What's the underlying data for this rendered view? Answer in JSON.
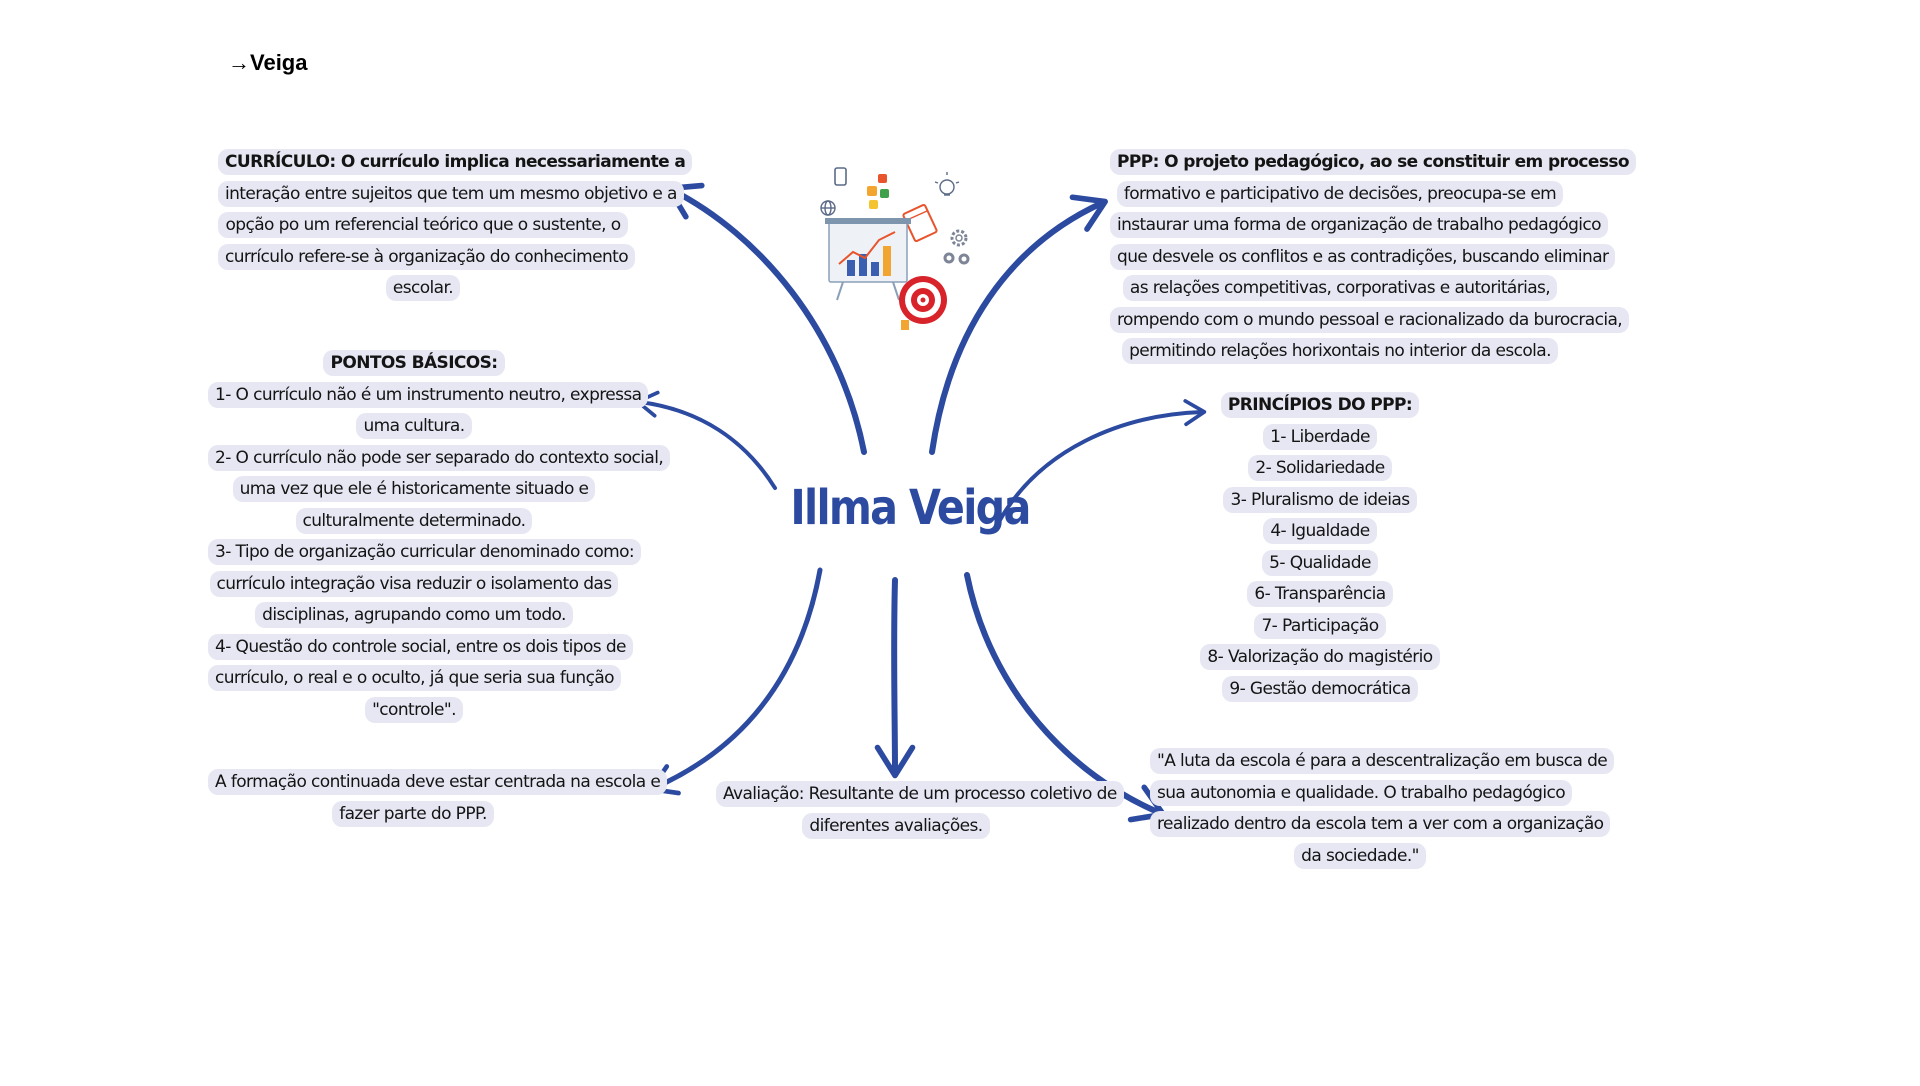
{
  "page": {
    "heading": "→Veiga"
  },
  "diagram": {
    "center": "Illma Veiga",
    "colors": {
      "accent": "#2b4aa0",
      "node_bg": "#e6e7f3"
    },
    "nodes": {
      "curriculo": {
        "lines": [
          "CURRÍCULO: O currículo implica necessariamente  a",
          "interação entre sujeitos que tem um mesmo objetivo e a",
          "opção po um referencial teórico que o sustente, o",
          "currículo  refere-se à organização do conhecimento",
          "escolar."
        ]
      },
      "pontos": {
        "lines": [
          "PONTOS BÁSICOS:",
          "1- O currículo não é um instrumento neutro, expressa",
          "uma cultura.",
          "2- O currículo não pode ser separado do contexto social,",
          "uma vez que ele é historicamente situado e",
          "culturalmente determinado.",
          "3- Tipo de organização  curricular  denominado como:",
          "currículo integração visa reduzir o isolamento das",
          "disciplinas, agrupando como um todo.",
          "4- Questão do controle social, entre os dois tipos de",
          "currículo, o real e o oculto, já que seria sua função",
          "\"controle\"."
        ]
      },
      "formacao": {
        "lines": [
          "A formação continuada deve estar centrada na escola e",
          "fazer parte do PPP."
        ]
      },
      "avaliacao": {
        "lines": [
          "Avaliação: Resultante de um processo coletivo de",
          "diferentes avaliações."
        ]
      },
      "ppp": {
        "lines": [
          "PPP: O projeto pedagógico, ao se constituir em processo",
          "formativo e participativo de decisões, preocupa-se em",
          "instaurar uma forma de organização de trabalho pedagógico",
          "que desvele os conflitos e as contradições, buscando eliminar",
          "as relações competitivas, corporativas e autoritárias,",
          "rompendo com o mundo pessoal e racionalizado da burocracia,",
          "permitindo relações horixontais no interior da escola."
        ]
      },
      "principios": {
        "lines": [
          "PRINCÍPIOS DO PPP:",
          "1- Liberdade",
          "2- Solidariedade",
          "3- Pluralismo de ideias",
          "4- Igualdade",
          "5- Qualidade",
          "6- Transparência",
          "7- Participação",
          "8- Valorização do magistério",
          "9- Gestão democrática"
        ]
      },
      "luta": {
        "lines": [
          "\"A luta da escola é para a descentralização em busca de",
          "sua autonomia e qualidade. O trabalho pedagógico",
          "realizado dentro da escola tem a ver com a organização",
          "da sociedade.\""
        ]
      }
    },
    "illustration_icons": [
      "chart-board-icon",
      "target-icon",
      "gear-icon",
      "lightbulb-icon",
      "puzzle-icon",
      "globe-icon",
      "phone-icon",
      "notepad-icon"
    ]
  }
}
